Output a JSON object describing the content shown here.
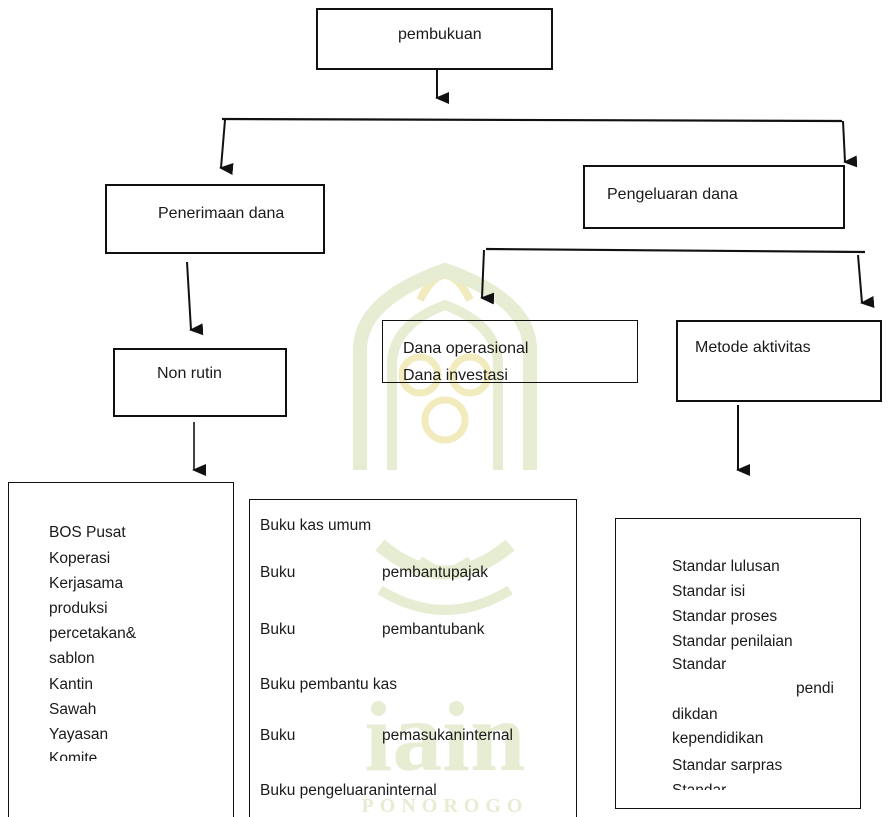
{
  "root": {
    "label": "pembukuan"
  },
  "branches": {
    "penerimaan": {
      "label": "Penerimaan dana"
    },
    "pengeluaran": {
      "label": "Pengeluaran dana"
    }
  },
  "nodes": {
    "non_rutin": {
      "label": "Non rutin"
    },
    "dana": {
      "line1": "Dana operasional",
      "line2": "Dana investasi"
    },
    "metode": {
      "label": "Metode aktivitas"
    }
  },
  "lists": {
    "sources": [
      "BOS Pusat",
      "Koperasi",
      "Kerjasama",
      "produksi",
      "percetakan&",
      "sablon",
      "Kantin",
      "Sawah",
      "Yayasan",
      "Komite"
    ],
    "books": {
      "row1": "Buku kas umum",
      "row2_left": "Buku",
      "row2_right": "pembantupajak",
      "row3_left": "Buku",
      "row3_right": "pembantubank",
      "row4": "Buku pembantu kas",
      "row5_left": "Buku",
      "row5_right": "pemasukaninternal",
      "row6": "Buku pengeluaraninternal"
    },
    "standards": [
      "Standar lulusan",
      "Standar isi",
      "Standar proses",
      "Standar penilaian",
      "Standar",
      "pendi",
      "dikdan",
      "kependidikan",
      "Standar sarpras",
      "Standar"
    ]
  },
  "watermark": {
    "text": "PONOROGO",
    "logo_text": "iain",
    "color": "#e8f0d6",
    "gold": "#f3ecb8"
  }
}
